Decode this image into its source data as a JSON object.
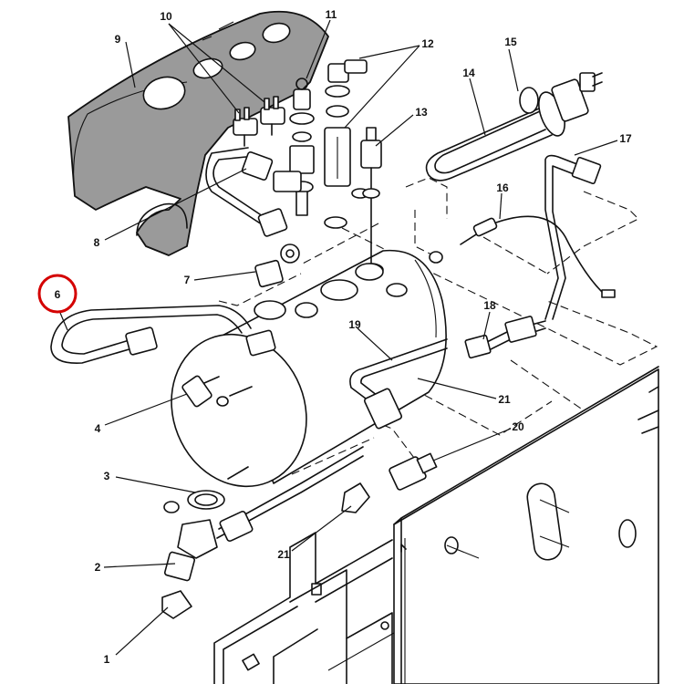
{
  "callouts": [
    {
      "id": "c1",
      "text": "1"
    },
    {
      "id": "c2",
      "text": "2"
    },
    {
      "id": "c3",
      "text": "3"
    },
    {
      "id": "c4",
      "text": "4"
    },
    {
      "id": "c6",
      "text": "6"
    },
    {
      "id": "c7",
      "text": "7"
    },
    {
      "id": "c8",
      "text": "8"
    },
    {
      "id": "c9",
      "text": "9"
    },
    {
      "id": "c10",
      "text": "10"
    },
    {
      "id": "c11",
      "text": "11"
    },
    {
      "id": "c12",
      "text": "12"
    },
    {
      "id": "c13",
      "text": "13"
    },
    {
      "id": "c14",
      "text": "14"
    },
    {
      "id": "c15",
      "text": "15"
    },
    {
      "id": "c16",
      "text": "16"
    },
    {
      "id": "c17",
      "text": "17"
    },
    {
      "id": "c18",
      "text": "18"
    },
    {
      "id": "c19",
      "text": "19"
    },
    {
      "id": "c20",
      "text": "20"
    },
    {
      "id": "c21a",
      "text": "21"
    },
    {
      "id": "c21b",
      "text": "21"
    }
  ],
  "highlight": {
    "callout": "6",
    "color": "#d40000"
  }
}
